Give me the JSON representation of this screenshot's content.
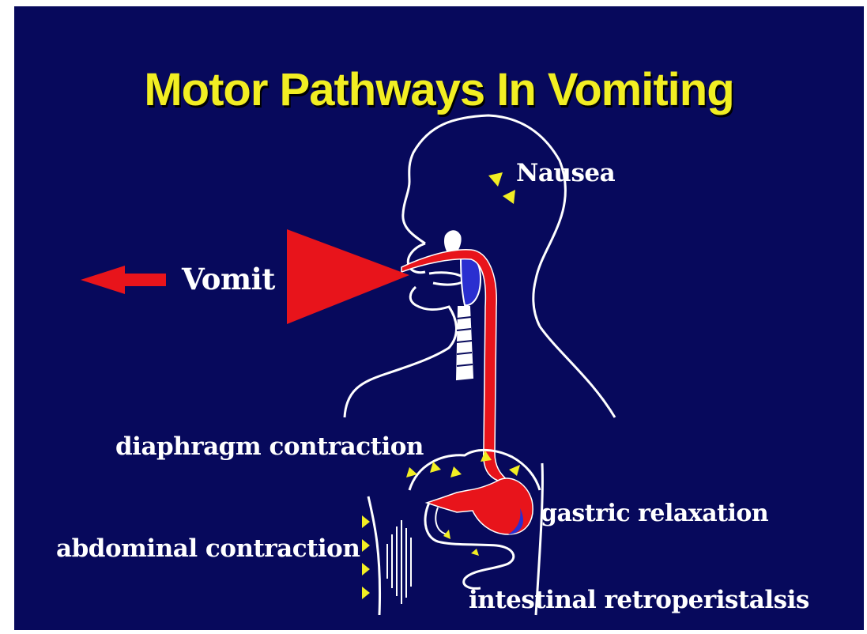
{
  "title": "Motor Pathways In Vomiting",
  "labels": {
    "nausea": "Nausea",
    "vomit": "Vomit",
    "diaphragm": "diaphragm contraction",
    "gastric": "gastric relaxation",
    "abdominal": "abdominal contraction",
    "intestinal": "intestinal retroperistalsis"
  },
  "colors": {
    "background": "#07095c",
    "title": "#f2ee23",
    "outline": "#ffffff",
    "vomit_path": "#e8141b",
    "arrows": "#f2ee23"
  }
}
